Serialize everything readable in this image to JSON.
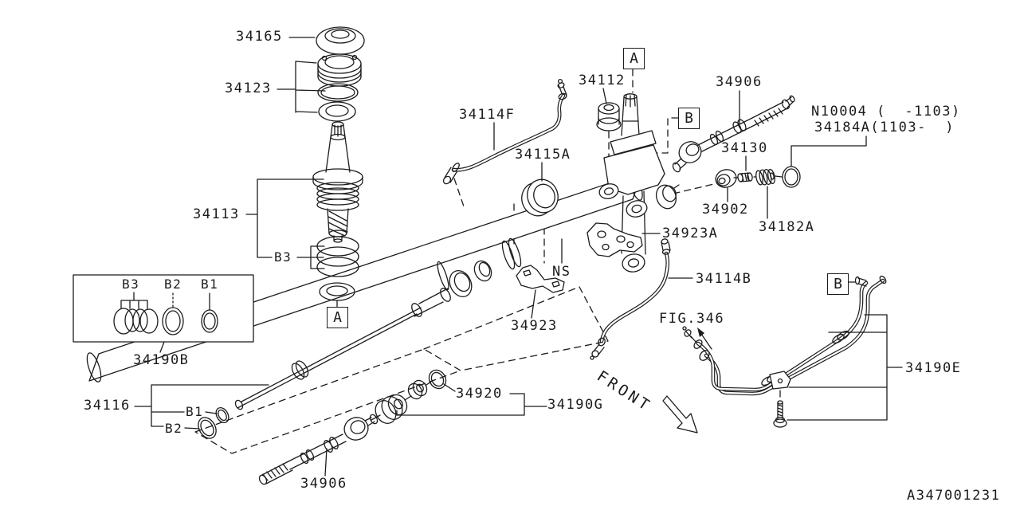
{
  "style": {
    "line_color": "#1c1c1c",
    "background": "#ffffff"
  },
  "diagram": {
    "figure_id": "A347001231",
    "front_label": "FRONT",
    "fig_reference": "FIG.346",
    "ns_label": "NS"
  },
  "markers": {
    "a": "A",
    "b": "B"
  },
  "labels": {
    "p34165": "34165",
    "p34123": "34123",
    "p34113": "34113",
    "p34113_b3": "B3",
    "legend_b3": "B3",
    "legend_b2": "B2",
    "legend_b1": "B1",
    "p34190B": "34190B",
    "p34116": "34116",
    "p34116_b1": "B1",
    "p34116_b2": "B2",
    "p34906_bottom": "34906",
    "p34114F": "34114F",
    "p34115A": "34115A",
    "p34112": "34112",
    "p34906_top": "34906",
    "pN10004": "N10004 (  -1103)",
    "p34184A": "34184A(1103-  )",
    "p34130": "34130",
    "p34902": "34902",
    "p34182A": "34182A",
    "p34923A": "34923A",
    "p34114B": "34114B",
    "p34923": "34923",
    "p34920": "34920",
    "p34190G": "34190G",
    "p34190E": "34190E"
  }
}
